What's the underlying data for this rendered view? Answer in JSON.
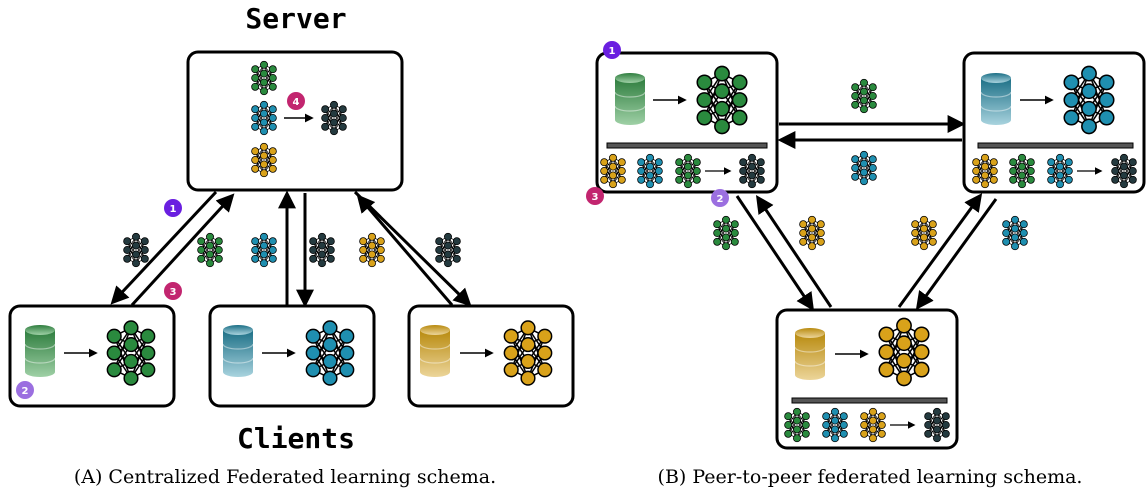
{
  "panel_a": {
    "server_label": "Server",
    "clients_label": "Clients",
    "caption": "(A) Centralized Federated learning schema."
  },
  "panel_b": {
    "caption": "(B) Peer-to-peer federated learning schema."
  },
  "badges": {
    "b1": "1",
    "b2": "2",
    "b3": "3",
    "b4": "4"
  },
  "colors": {
    "green": "#2a8a3e",
    "teal": "#1f8fb0",
    "gold": "#d9a21a",
    "dark": "#243a3f",
    "badge_purple_dark": "#6a1fe0",
    "badge_purple_light": "#9b6fe0",
    "badge_magenta": "#c2256f"
  }
}
